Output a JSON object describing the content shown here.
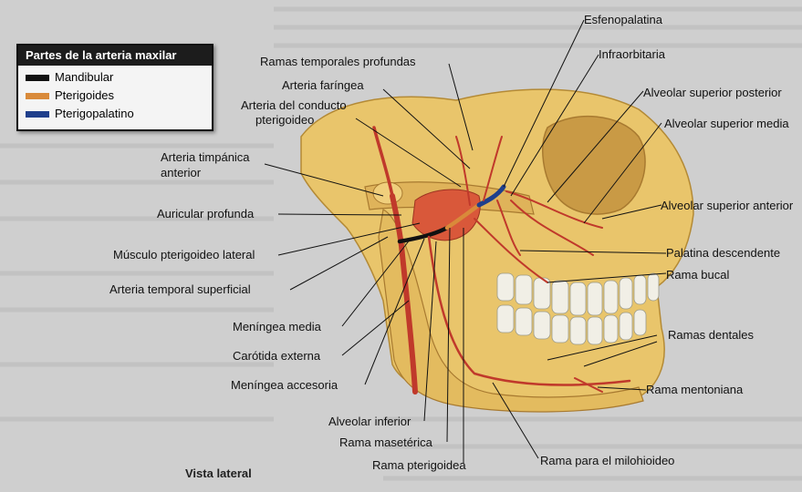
{
  "legend": {
    "title": "Partes de la arteria maxilar",
    "items": [
      {
        "label": "Mandibular",
        "color": "#111111"
      },
      {
        "label": "Pterigoides",
        "color": "#d98a3a"
      },
      {
        "label": "Pterigopalatino",
        "color": "#1f3f8c"
      }
    ]
  },
  "labels": {
    "esfenopalatina": "Esfenopalatina",
    "infraorbitaria": "Infraorbitaria",
    "ramas_temporales": "Ramas temporales profundas",
    "faringea": "Arteria faríngea",
    "conducto_1": "Arteria del conducto",
    "conducto_2": "pterigoideo",
    "alv_sup_post": "Alveolar superior posterior",
    "alv_sup_media": "Alveolar superior media",
    "alv_sup_ant": "Alveolar superior anterior",
    "timpanica_1": "Arteria timpánica",
    "timpanica_2": "anterior",
    "auricular": "Auricular profunda",
    "pterigoideo_lat": "Músculo pterigoideo lateral",
    "temporal_sup": "Arteria temporal superficial",
    "palatina": "Palatina descendente",
    "bucal": "Rama bucal",
    "meningea_media": "Meníngea media",
    "carotida": "Carótida externa",
    "meningea_acc": "Meníngea accesoria",
    "alv_inf": "Alveolar inferior",
    "maseterica": "Rama masetérica",
    "pterigoidea": "Rama pterigoidea",
    "milohioideo": "Rama para el milohioideo",
    "dentales": "Ramas dentales",
    "mentoniana": "Rama mentoniana"
  },
  "view_label": "Vista lateral",
  "colors": {
    "bone": "#e9c56b",
    "artery": "#c0392b",
    "muscle": "#d9583a",
    "tooth": "#f1efe6",
    "page": "#cfcfcf"
  }
}
